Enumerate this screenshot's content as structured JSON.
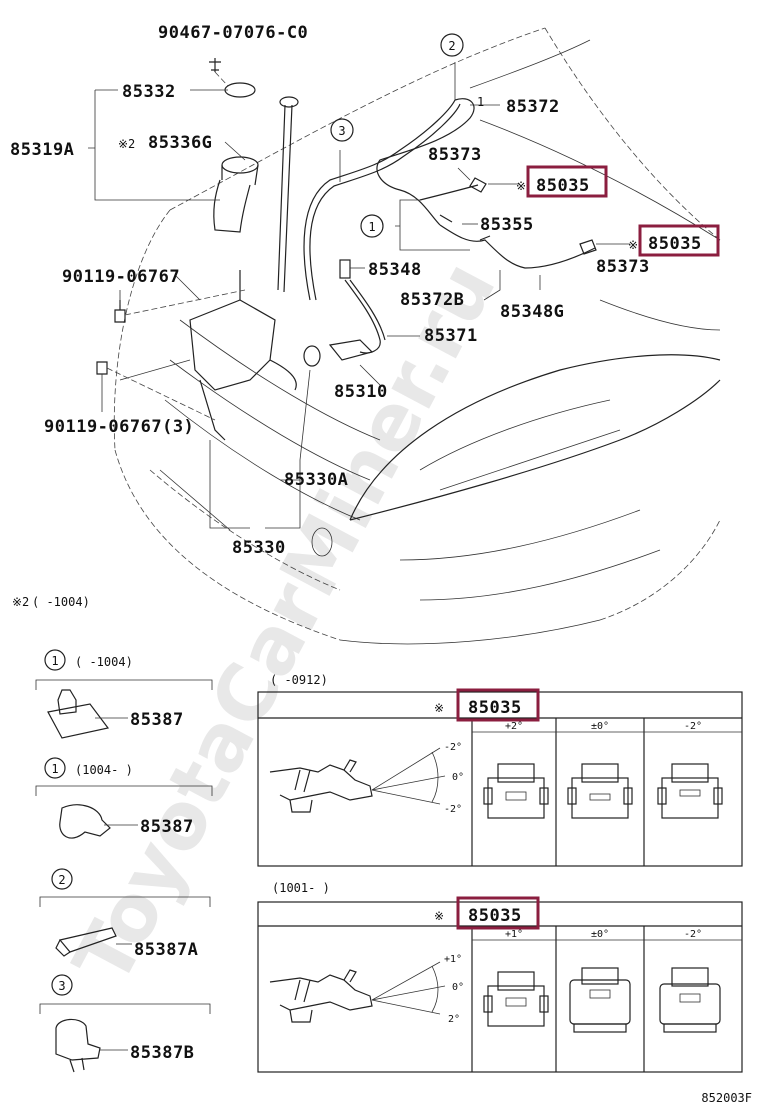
{
  "watermark": "ToyotaCarMiner.ru",
  "parts": {
    "p90467": "90467-07076-C0",
    "p85332": "85332",
    "p85319A": "85319A",
    "p85336G": "85336G",
    "note2mark": "※2",
    "p90119a": "90119-06767",
    "p90119b": "90119-06767(3)",
    "p85372": "85372",
    "p85373a": "85373",
    "p85035a": "85035",
    "p85355": "85355",
    "p85035b": "85035",
    "p85348": "85348",
    "p85373b": "85373",
    "p85372B": "85372B",
    "p85348G": "85348G",
    "p85371": "85371",
    "p85310": "85310",
    "p85330A": "85330A",
    "p85330": "85330",
    "refmark": "※"
  },
  "callouts": {
    "c1": "1",
    "c2": "2",
    "c3": "3"
  },
  "note2": {
    "mark": "※2",
    "text": "(      -1004)"
  },
  "insets": {
    "i1a": {
      "num": "1",
      "range": "(     -1004)",
      "part": "85387"
    },
    "i1b": {
      "num": "1",
      "range": "(1004-     )",
      "part": "85387"
    },
    "i2": {
      "num": "2",
      "part": "85387A"
    },
    "i3": {
      "num": "3",
      "part": "85387B"
    }
  },
  "table1": {
    "range": "(     -0912)",
    "mark": "※",
    "part": "85035",
    "cols": [
      "+2°",
      "±0°",
      "-2°"
    ],
    "angles": [
      "-2°",
      "0°",
      "-2°"
    ]
  },
  "table2": {
    "range": "(1001-     )",
    "mark": "※",
    "part": "85035",
    "cols": [
      "+1°",
      "±0°",
      "-2°"
    ],
    "angles": [
      "+1°",
      "0°",
      "2°"
    ]
  },
  "figure_code": "852003F"
}
